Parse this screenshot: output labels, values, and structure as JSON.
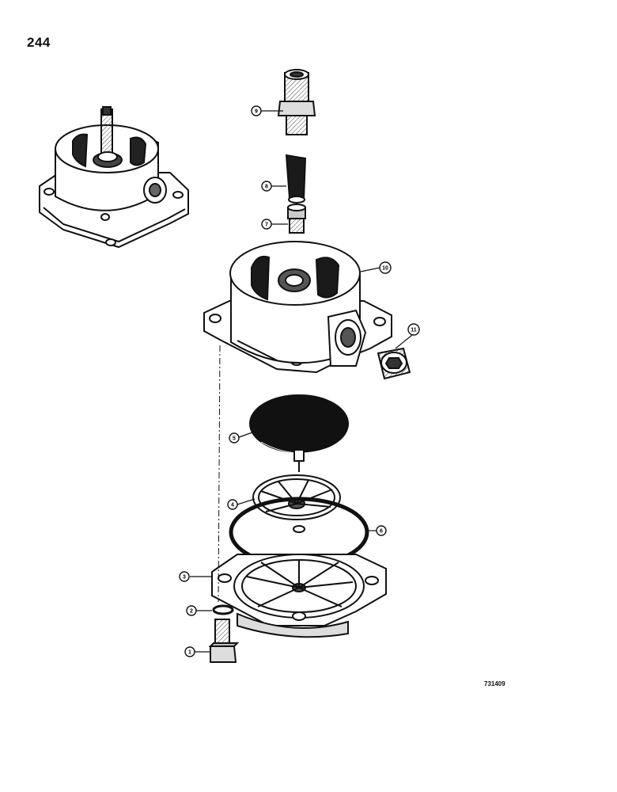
{
  "page": {
    "number": "244",
    "figure_code": "731409"
  },
  "callouts": [
    {
      "id": "1",
      "label": "1"
    },
    {
      "id": "2",
      "label": "2"
    },
    {
      "id": "3",
      "label": "3"
    },
    {
      "id": "4",
      "label": "4"
    },
    {
      "id": "5",
      "label": "5"
    },
    {
      "id": "6",
      "label": "6"
    },
    {
      "id": "7",
      "label": "7"
    },
    {
      "id": "8",
      "label": "8"
    },
    {
      "id": "9",
      "label": "9"
    },
    {
      "id": "10",
      "label": "10"
    },
    {
      "id": "11",
      "label": "11"
    }
  ],
  "colors": {
    "ink": "#111111",
    "paper": "#ffffff",
    "shade": "#9a9a9a"
  }
}
